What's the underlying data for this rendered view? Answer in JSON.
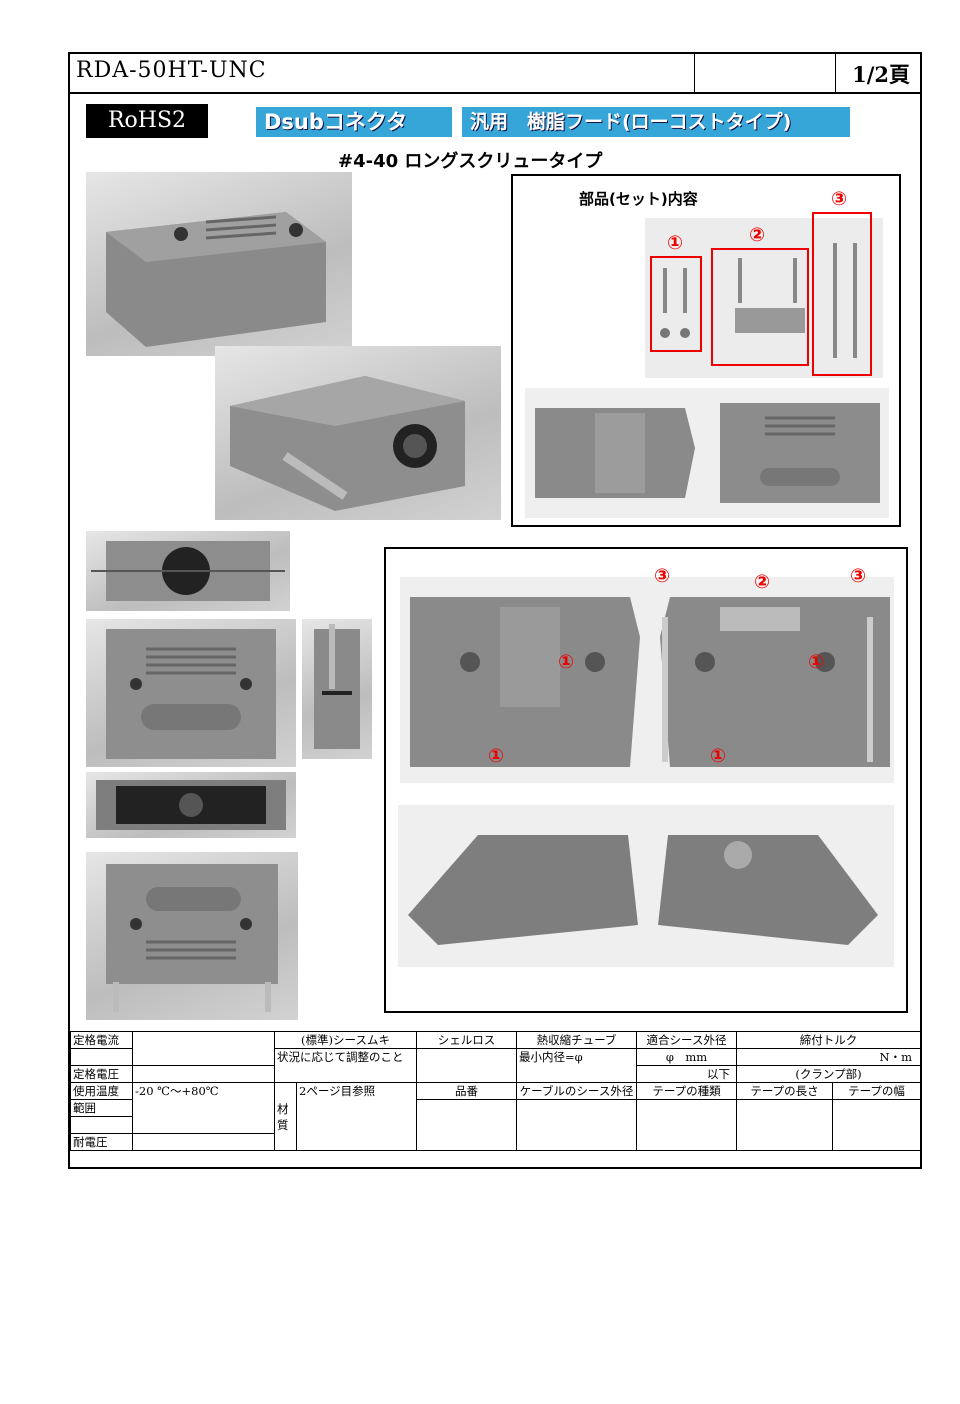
{
  "header": {
    "model": "RDA-50HT-UNC",
    "page": "1/2頁"
  },
  "badge": {
    "rohs": "RoHS2"
  },
  "title": {
    "part1": "Dsubコネクタ",
    "part2": "汎用　樹脂フード(ローコストタイプ)",
    "subtitle": "#4-40 ロングスクリュータイプ"
  },
  "parts_box": {
    "label": "部品(セット)内容",
    "items": [
      "①",
      "②",
      "③"
    ]
  },
  "assembly_box": {
    "markers": [
      "③",
      "②",
      "③",
      "①",
      "①",
      "①",
      "①"
    ]
  },
  "spec": {
    "rated_current": "定格電流",
    "rated_voltage": "定格電圧",
    "temp_label_1": "使用温度",
    "temp_label_2": "範囲",
    "temp_value": "-20 ℃～+80℃",
    "withstand": "耐電圧",
    "shield_head": "(標準)シースムキ",
    "shield_note": "状況に応じて調整のこと",
    "shell_loss": "シェルロス",
    "heat_shrink": "熱収縮チューブ",
    "min_inner": "最小内径=φ",
    "sheath_od": "適合シース外径",
    "sheath_val1": "φ　mm",
    "sheath_val2": "以下",
    "torque": "締付トルク",
    "torque_unit": "N・m",
    "torque_note": "(クランプ部)",
    "material": "材質",
    "material_ref": "2ページ目参照",
    "part_no": "品番",
    "cable_od": "ケーブルのシース外径",
    "tape_type": "テープの種類",
    "tape_len": "テープの長さ",
    "tape_width": "テープの幅"
  }
}
